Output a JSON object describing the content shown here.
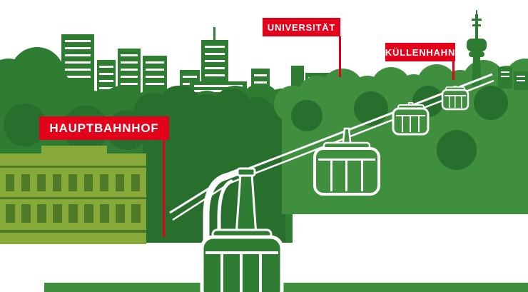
{
  "stations": {
    "hauptbahnhof": {
      "label": "HAUPTBAHNHOF"
    },
    "universitaet": {
      "label": "UNIVERSITÄT"
    },
    "kuellenhahn": {
      "label": "KÜLLENHAHN"
    }
  },
  "colors": {
    "label_red": "#e2001a",
    "skyline_green": "#2f7d33",
    "hill_green": "#3f8f3f",
    "tree_dark_green": "#286e2d",
    "station_building_olive": "#87a93a",
    "window_green": "#4e7a28",
    "line_white": "#ffffff",
    "background": "#ffffff"
  }
}
